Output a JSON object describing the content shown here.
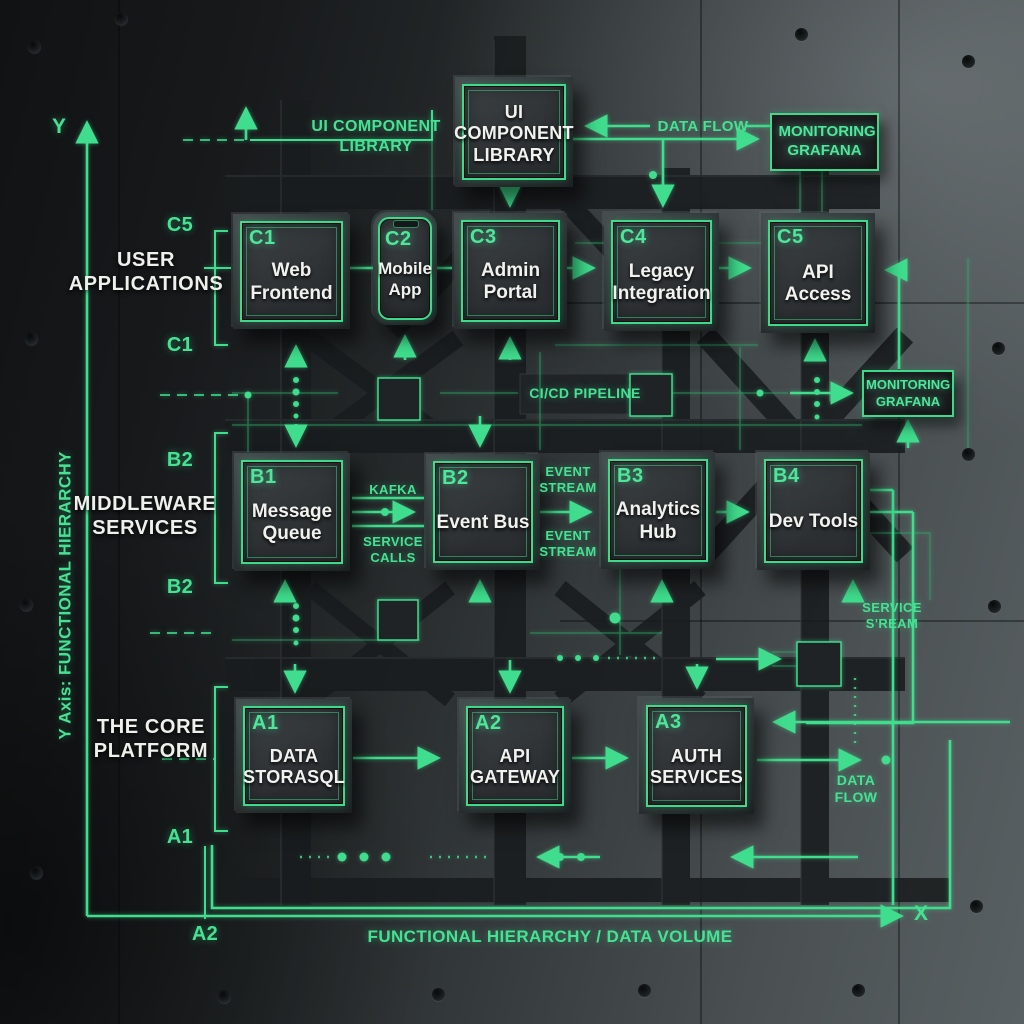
{
  "colors": {
    "accent": "#3fdd8d",
    "accent_dim": "#2da86a",
    "text_white": "#efefec",
    "chip_face": "#34383a"
  },
  "axes": {
    "y_letter": "Y",
    "x_letter": "X",
    "y_title": "Y Axis: FUNCTIONAL HIERARCHY",
    "x_title": "FUNCTIONAL HIERARCHY / DATA VOLUME",
    "y_ticks": [
      {
        "label": "C5"
      },
      {
        "label": "C1"
      },
      {
        "label": "B2"
      },
      {
        "label": "B2"
      },
      {
        "label": "A1"
      }
    ],
    "x_ticks": [
      {
        "label": "A2"
      }
    ]
  },
  "tiers": [
    {
      "label": "USER APPLICATIONS"
    },
    {
      "label": "MIDDLEWARE SERVICES"
    },
    {
      "label": "THE CORE PLATFORM"
    }
  ],
  "nodes": {
    "ui_library": {
      "title": "UI COMPONENT LIBRARY"
    },
    "monitoring_top": {
      "title": "MONITORING GRAFANA"
    },
    "monitoring_right": {
      "title": "MONITORING GRAFANA"
    },
    "row_c": [
      {
        "code": "C1",
        "name": "Web Frontend"
      },
      {
        "code": "C2",
        "name": "Mobile App"
      },
      {
        "code": "C3",
        "name": "Admin Portal"
      },
      {
        "code": "C4",
        "name": "Legacy Integration"
      },
      {
        "code": "C5",
        "name": "API Access"
      }
    ],
    "row_b": [
      {
        "code": "B1",
        "name": "Message Queue"
      },
      {
        "code": "B2",
        "name": "Event Bus"
      },
      {
        "code": "B3",
        "name": "Analytics Hub"
      },
      {
        "code": "B4",
        "name": "Dev Tools"
      }
    ],
    "row_a": [
      {
        "code": "A1",
        "name": "DATA STORASQL"
      },
      {
        "code": "A2",
        "name": "API GATEWAY"
      },
      {
        "code": "A3",
        "name": "AUTH SERVICES"
      }
    ]
  },
  "flow_labels": {
    "ui_component_library": "UI COMPONENT LIBRARY",
    "data_flow_top": "DATA FLOW",
    "cicd_pipeline": "CI/CD PIPELINE",
    "kafka": "KAFKA",
    "service_calls": "SERVICE CALLS",
    "event_stream_upper": "EVENT STREAM",
    "event_stream_lower": "EVENT STREAM",
    "service_stream": "SERVICE S'REAM",
    "data_flow_right": "DATA FLOW"
  }
}
